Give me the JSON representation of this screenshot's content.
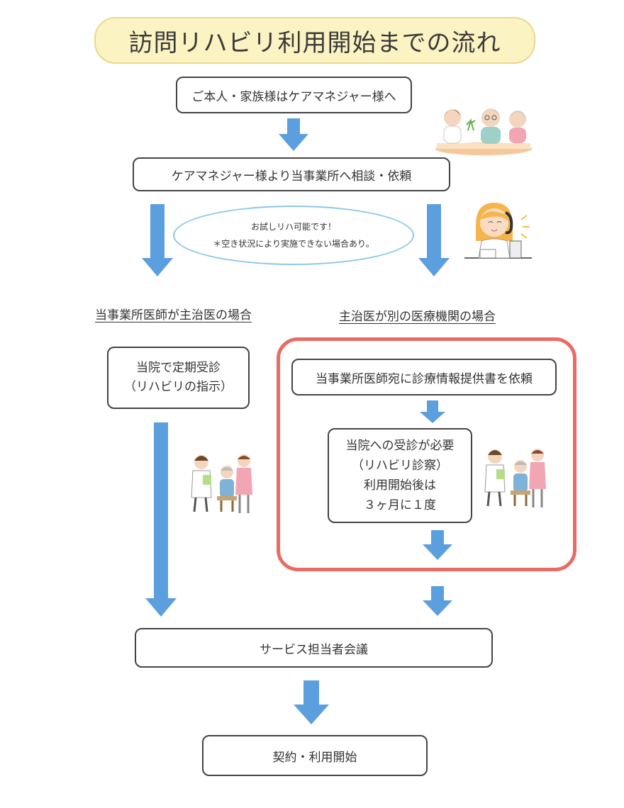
{
  "title": "訪問リハビリ利用開始までの流れ",
  "steps": {
    "step1": "ご本人・家族様はケアマネジャー様へ",
    "step2": "ケアマネジャー様より当事業所へ相談・依頼",
    "trial_note": {
      "line1": "お試しリハ可能です！",
      "line2": "＊空き状況により実施できない場合あり。"
    },
    "left_branch": {
      "heading": "当事業所医師が主治医の場合",
      "box_line1": "当院で定期受診",
      "box_line2": "（リハビリの指示）"
    },
    "right_branch": {
      "heading": "主治医が別の医療機関の場合",
      "box1": "当事業所医師宛に診療情報提供書を依頼",
      "box2_line1": "当院への受診が必要",
      "box2_line2": "（リハビリ診察）",
      "box2_line3": "利用開始後は",
      "box2_line4": "３ヶ月に１度"
    },
    "meeting": "サービス担当者会議",
    "final": "契約・利用開始"
  },
  "colors": {
    "arrow": "#5b9fdf",
    "title_fill": "#fcf3c3",
    "highlight_frame": "#ea6b63",
    "note_ellipse": "#8cc7e8"
  },
  "illustrations": [
    "family-consultation-illustration",
    "phone-call-illustration",
    "doctor-patient-illustration",
    "doctor-patient-illustration"
  ]
}
